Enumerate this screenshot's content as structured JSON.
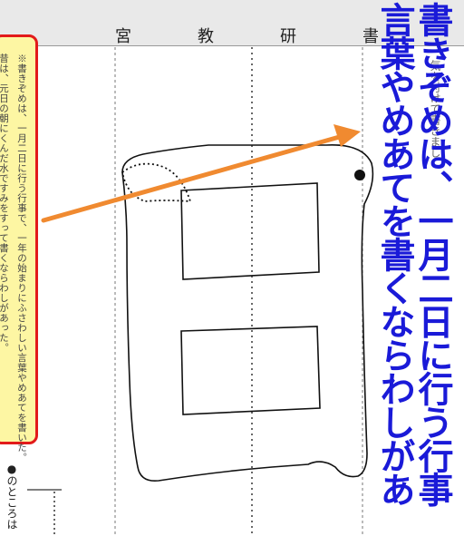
{
  "header": {
    "chars": [
      "宮",
      "教",
      "研",
      "書"
    ]
  },
  "note": {
    "line1": "※書きぞめは、一月二日に行う行事で、一年の始まりにふさわしい言葉やめあてを書いた。",
    "line2": "昔は、元日の朝にくんだ水ですみをすって書くならわしがあった。"
  },
  "caption": {
    "line1": "書きぞめは、一月二日に行う行事",
    "line2": "言葉やめあてを書くならわしがあ"
  },
  "bottom_left": {
    "text": "●のところは"
  },
  "right_edge": {
    "text": "気を付けて書きまし"
  },
  "colors": {
    "caption": "#1a1ad8",
    "arrow": "#f08a30",
    "note_border": "#e21a1a",
    "note_fill": "#fdf6a3"
  }
}
